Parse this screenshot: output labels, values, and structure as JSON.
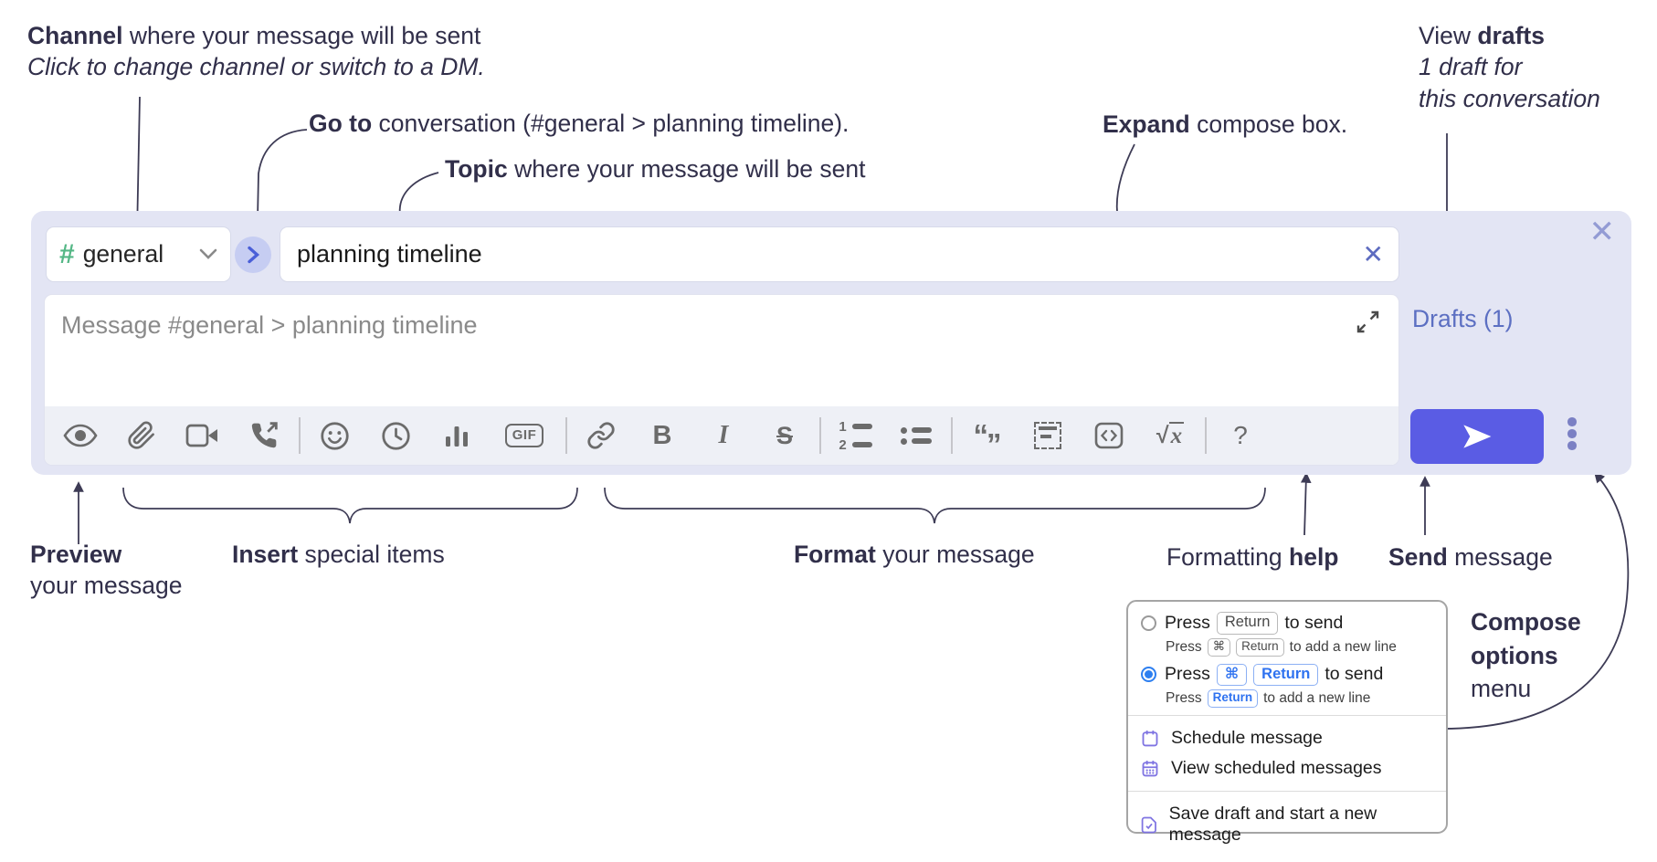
{
  "annotations": {
    "channel": {
      "bold": "Channel",
      "rest": " where your message will be sent",
      "italic": "Click to change channel or switch to a DM."
    },
    "goto": {
      "bold": "Go to",
      "rest": " conversation (#general > planning timeline)."
    },
    "topic": {
      "bold": "Topic",
      "rest": " where your message will be sent"
    },
    "expand": {
      "bold": "Expand",
      "rest": " compose box."
    },
    "drafts": {
      "pre": "View ",
      "bold": "drafts",
      "italic1": "1 draft for",
      "italic2": "this conversation"
    },
    "preview": {
      "bold": "Preview",
      "line2": "your message"
    },
    "insert": {
      "bold": "Insert",
      "rest": " special items"
    },
    "format": {
      "bold": "Format",
      "rest": " your message"
    },
    "help": {
      "pre": "Formatting ",
      "bold": "help"
    },
    "send": {
      "bold": "Send",
      "rest": " message"
    },
    "compose_options": {
      "line1": "Compose",
      "line2": "options",
      "line3": "menu"
    }
  },
  "compose": {
    "channel_selector": {
      "hash": "#",
      "label": "general"
    },
    "topic_input": {
      "value": "planning timeline",
      "clear_icon": "✕"
    },
    "message_input": {
      "placeholder": "Message #general > planning timeline"
    },
    "drafts_link": "Drafts (1)",
    "close_icon": "✕",
    "toolbar": {
      "icons": [
        "preview",
        "attach-file",
        "start-video-call",
        "start-voice-call",
        "add-emoji",
        "add-global-time",
        "add-poll",
        "add-gif",
        "link",
        "bold",
        "italic",
        "strikethrough",
        "numbered-list",
        "bulleted-list",
        "quote",
        "spoiler",
        "code",
        "math",
        "message-formatting-help"
      ],
      "bold_label": "B",
      "italic_label": "I",
      "strike_label": "S",
      "gif_label": "GIF",
      "quote_open": "“",
      "quote_close": "”",
      "ol_num1": "1",
      "ol_num2": "2",
      "sqrt_label": "√",
      "sqrt_x": "x",
      "help_label": "?"
    }
  },
  "popup": {
    "option1": {
      "press": "Press",
      "key1": "Return",
      "suffix": "to send",
      "sub_press": "Press",
      "sub_key1": "⌘",
      "sub_key2": "Return",
      "sub_suffix": "to add a new line"
    },
    "option2": {
      "press": "Press",
      "key1": "⌘",
      "key2": "Return",
      "suffix": "to send",
      "sub_press": "Press",
      "sub_key1": "Return",
      "sub_suffix": "to add a new line"
    },
    "items": [
      {
        "label": "Schedule message",
        "icon": "calendar"
      },
      {
        "label": "View scheduled messages",
        "icon": "calendar-days"
      },
      {
        "label": "Save draft and start a new message",
        "icon": "draft-save"
      }
    ]
  },
  "colors": {
    "compose_bg": "#e3e5f4",
    "send_button": "#5a5ce4",
    "hash_green": "#55b786",
    "link_indigo": "#5c6fc2",
    "radio_blue": "#2d7ff0",
    "menu_icon_purple": "#7f74e2",
    "annotation_ink": "#312f4a"
  }
}
